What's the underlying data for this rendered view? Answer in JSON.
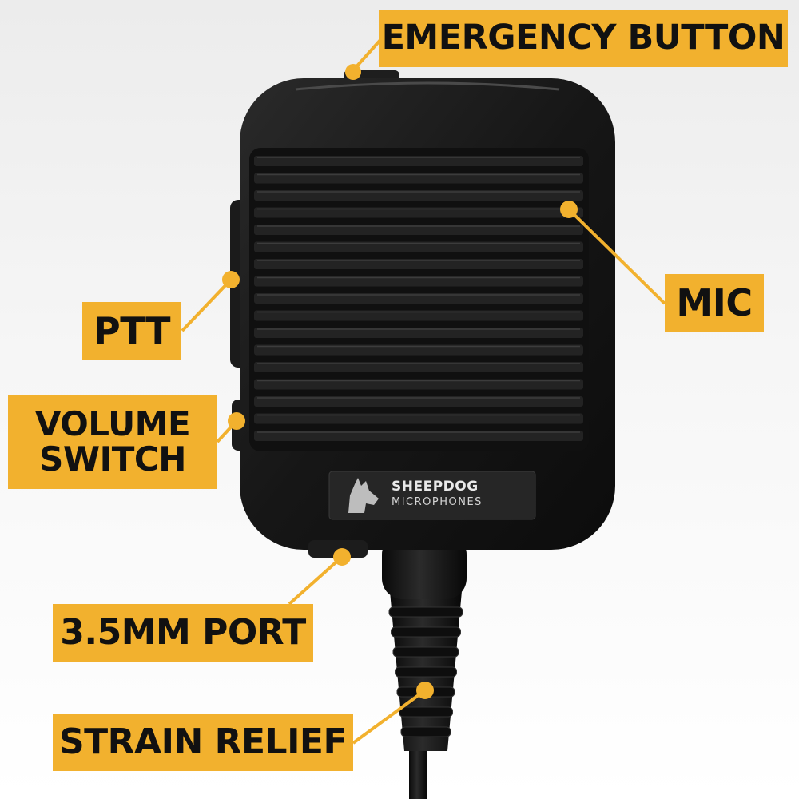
{
  "callouts": {
    "emergency_button": "EMERGENCY BUTTON",
    "mic": "MIC",
    "ptt": "PTT",
    "volume_switch_line1": "VOLUME",
    "volume_switch_line2": "SWITCH",
    "port": "3.5MM PORT",
    "strain_relief": "STRAIN RELIEF"
  },
  "brand": {
    "name": "SHEEPDOG",
    "subtitle": "MICROPHONES"
  },
  "colors": {
    "callout_fill": "#f2b12e",
    "leader_line": "#f2b12e",
    "device_body": "#141414",
    "label_text": "#111111"
  }
}
